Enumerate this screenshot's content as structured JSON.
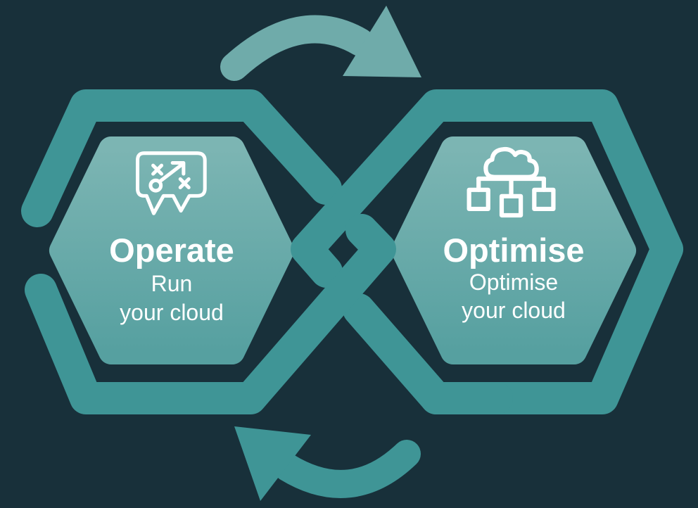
{
  "diagram": {
    "type": "infinity-loop-cycle",
    "nodes": [
      {
        "id": "operate",
        "title": "Operate",
        "subtitle_line1": "Run",
        "subtitle_line2": "your cloud",
        "icon": "strategy-plan-speech-bubble-icon"
      },
      {
        "id": "optimise",
        "title": "Optimise",
        "subtitle_line1": "Optimise",
        "subtitle_line2": "your cloud",
        "icon": "cloud-network-icon"
      }
    ],
    "arrows": [
      {
        "id": "top-arrow",
        "direction": "left-to-right",
        "position": "top"
      },
      {
        "id": "bottom-arrow",
        "direction": "right-to-left",
        "position": "bottom"
      }
    ]
  },
  "colors": {
    "background": "#18303a",
    "hexagon_outline": "#3f9596",
    "hexagon_fill_top": "#7cb5b3",
    "hexagon_fill_bottom": "#56a0a0",
    "arrow_top": "#6fabaa",
    "arrow_bottom": "#3f9596",
    "text": "#ffffff"
  }
}
